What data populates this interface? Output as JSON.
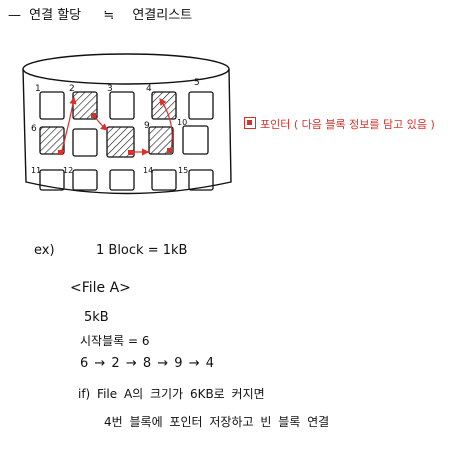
{
  "title": {
    "dash": "—",
    "left": "연결 할당",
    "equiv": "≒",
    "right": "연결리스트"
  },
  "disk": {
    "block_numbers": [
      "1",
      "2",
      "3",
      "4",
      "5",
      "6",
      "9",
      "10",
      "11",
      "12",
      "14",
      "15"
    ],
    "hatched_blocks": [
      "2",
      "6",
      "9"
    ],
    "colors": {
      "ink": "#111111",
      "pointer": "#d9302a"
    }
  },
  "legend": {
    "text": "포인터 ( 다음 블록 정보를 담고 있음 )"
  },
  "example": {
    "label": "ex)",
    "block_size": "1 Block = 1kB",
    "file_name": "<File A>",
    "file_size": "5kB",
    "start_block": "시작블록 = 6",
    "chain": "6 → 2 → 8 → 9 → 4",
    "if_line1": "if) File A의 크기가 6KB로 커지면",
    "if_line2": "4번 블록에 포인터 저장하고 빈 블록 연결"
  }
}
